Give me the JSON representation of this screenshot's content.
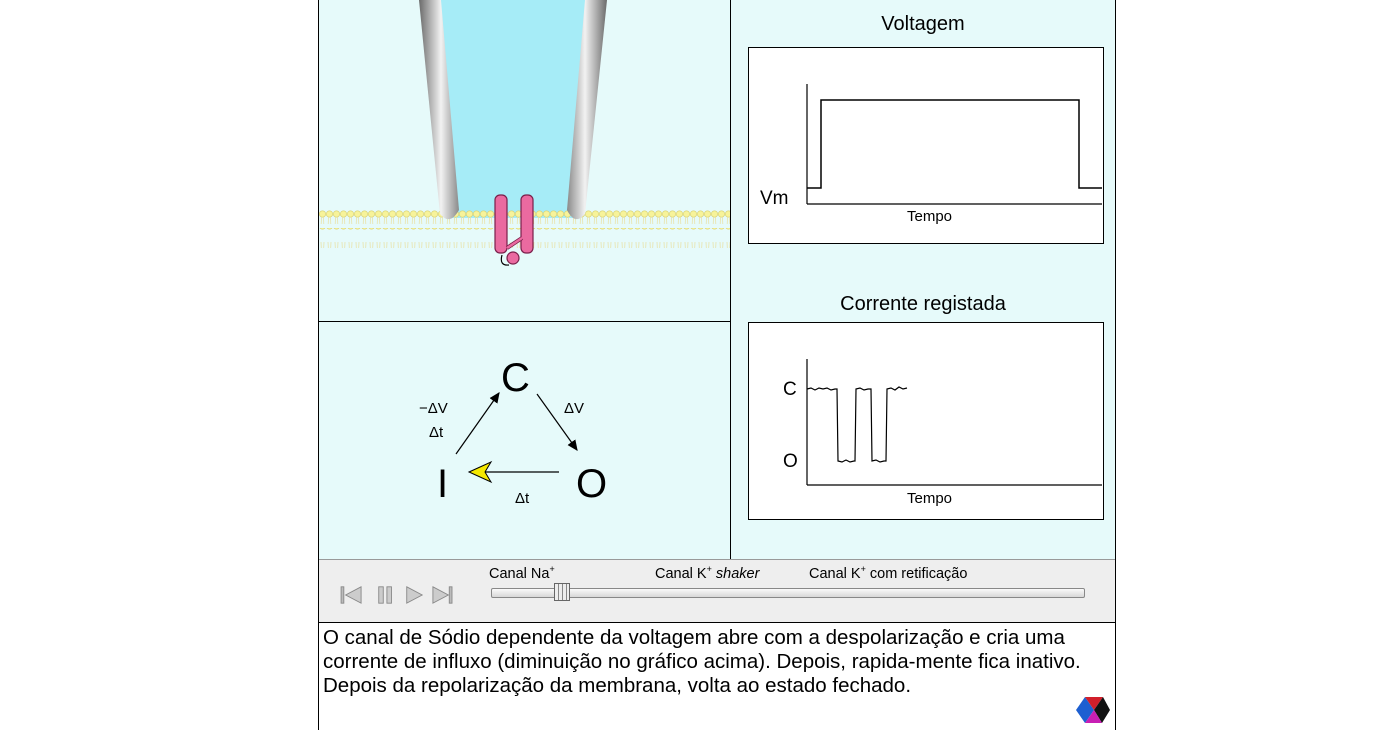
{
  "voltage_graph": {
    "title": "Voltagem",
    "y_label": "Vm",
    "x_label": "Tempo"
  },
  "current_graph": {
    "title": "Corrente registada",
    "closed_label": "C",
    "open_label": "O",
    "x_label": "Tempo"
  },
  "state_diagram": {
    "closed": "C",
    "open": "O",
    "inactive": "I",
    "c_to_o": "ΔV",
    "i_to_c_top": "−ΔV",
    "i_to_c_bottom": "Δt",
    "o_to_i": "Δt",
    "active_arrow_color": "#f5e800"
  },
  "controls": {
    "buttons": [
      "skip-back",
      "pause",
      "play",
      "skip-forward"
    ],
    "slider_label_na": "Canal Na",
    "slider_label_na_sup": "+",
    "slider_label_shaker_prefix": "Canal K",
    "slider_label_shaker_sup": "+",
    "slider_label_shaker_italic": "shaker",
    "slider_label_rect_prefix": "Canal K",
    "slider_label_rect_sup": "+",
    "slider_label_rect_suffix": " com retificação",
    "slider_position_fraction": 0.11
  },
  "caption": "O canal de Sódio dependente da voltagem abre com a despolarização e cria uma corrente de influxo (diminuição no gráfico acima). Depois, rapida-mente fica inativo. Depois da repolarização da membrana, volta ao estado fechado.",
  "colors": {
    "panel_bg": "#e6fafa",
    "pipette_fill": "#a6ecf7",
    "channel": "#ea6aa0",
    "lipid": "#f7f39a"
  }
}
